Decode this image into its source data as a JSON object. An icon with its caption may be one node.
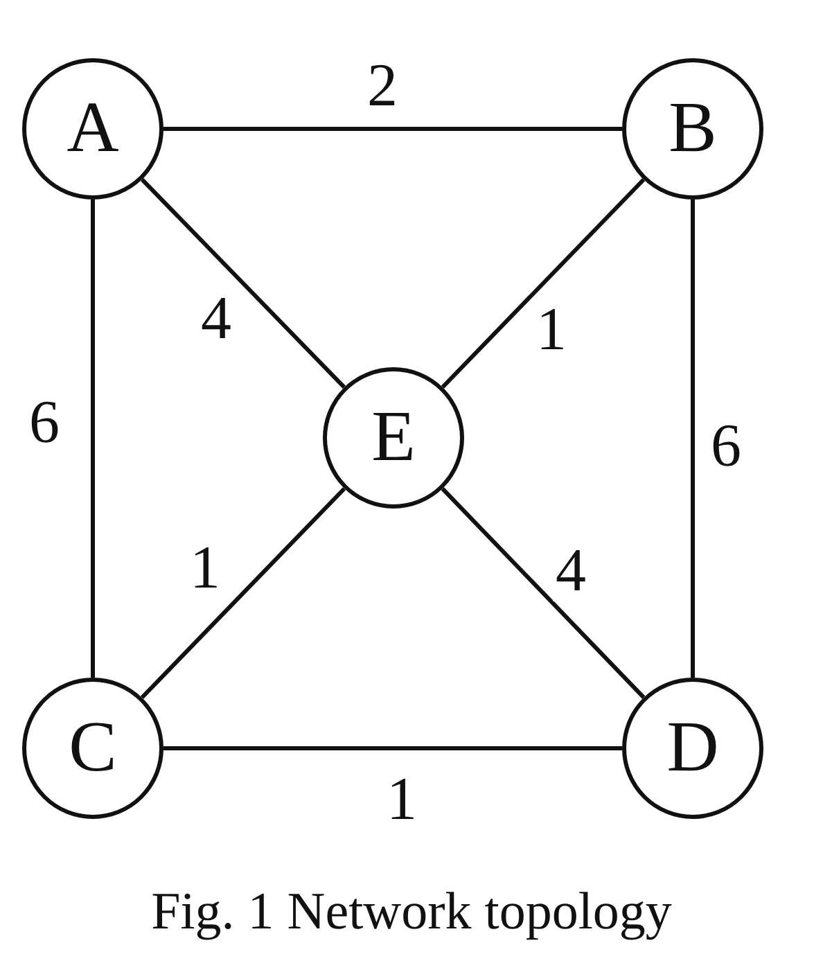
{
  "diagram": {
    "caption": "Fig. 1 Network topology",
    "nodes": [
      {
        "text": [
          "A"
        ]
      },
      {
        "text": [
          "B"
        ]
      },
      {
        "text": [
          "E"
        ]
      },
      {
        "text": [
          "C"
        ]
      },
      {
        "text": [
          "D"
        ]
      }
    ],
    "edges": [
      {
        "from": 0,
        "to": 1,
        "arrow": "none",
        "label": "2"
      },
      {
        "from": 0,
        "to": 2,
        "arrow": "none",
        "label": "4"
      },
      {
        "from": 0,
        "to": 3,
        "arrow": "none",
        "label": "6"
      },
      {
        "from": 1,
        "to": 2,
        "arrow": "none",
        "label": "1"
      },
      {
        "from": 1,
        "to": 4,
        "arrow": "none",
        "label": "6"
      },
      {
        "from": 3,
        "to": 2,
        "arrow": "none",
        "label": "1"
      },
      {
        "from": 2,
        "to": 4,
        "arrow": "none",
        "label": "4"
      },
      {
        "from": 3,
        "to": 4,
        "arrow": "none",
        "label": "1"
      }
    ]
  }
}
